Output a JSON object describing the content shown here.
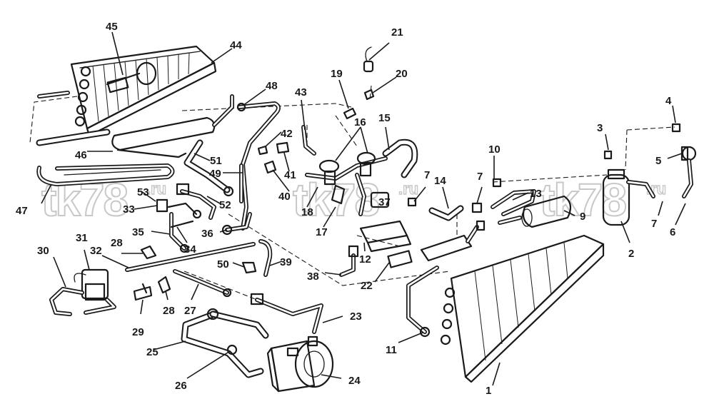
{
  "watermark": {
    "main": "tk78",
    "suffix": ".ru"
  },
  "callouts": [
    {
      "id": "1",
      "label": "1"
    },
    {
      "id": "2",
      "label": "2"
    },
    {
      "id": "3",
      "label": "3"
    },
    {
      "id": "4",
      "label": "4"
    },
    {
      "id": "5",
      "label": "5"
    },
    {
      "id": "6",
      "label": "6"
    },
    {
      "id": "7a",
      "label": "7"
    },
    {
      "id": "7b",
      "label": "7"
    },
    {
      "id": "7c",
      "label": "7"
    },
    {
      "id": "9",
      "label": "9"
    },
    {
      "id": "10",
      "label": "10"
    },
    {
      "id": "11",
      "label": "11"
    },
    {
      "id": "12",
      "label": "12"
    },
    {
      "id": "13",
      "label": "13"
    },
    {
      "id": "14",
      "label": "14"
    },
    {
      "id": "15",
      "label": "15"
    },
    {
      "id": "16",
      "label": "16"
    },
    {
      "id": "17",
      "label": "17"
    },
    {
      "id": "18",
      "label": "18"
    },
    {
      "id": "19",
      "label": "19"
    },
    {
      "id": "20",
      "label": "20"
    },
    {
      "id": "21",
      "label": "21"
    },
    {
      "id": "22",
      "label": "22"
    },
    {
      "id": "23",
      "label": "23"
    },
    {
      "id": "24",
      "label": "24"
    },
    {
      "id": "25",
      "label": "25"
    },
    {
      "id": "26",
      "label": "26"
    },
    {
      "id": "27",
      "label": "27"
    },
    {
      "id": "28a",
      "label": "28"
    },
    {
      "id": "28b",
      "label": "28"
    },
    {
      "id": "29",
      "label": "29"
    },
    {
      "id": "30",
      "label": "30"
    },
    {
      "id": "31",
      "label": "31"
    },
    {
      "id": "32",
      "label": "32"
    },
    {
      "id": "33",
      "label": "33"
    },
    {
      "id": "34",
      "label": "34"
    },
    {
      "id": "35",
      "label": "35"
    },
    {
      "id": "36",
      "label": "36"
    },
    {
      "id": "37",
      "label": "37"
    },
    {
      "id": "38",
      "label": "38"
    },
    {
      "id": "39",
      "label": "39"
    },
    {
      "id": "40",
      "label": "40"
    },
    {
      "id": "41",
      "label": "41"
    },
    {
      "id": "42",
      "label": "42"
    },
    {
      "id": "43",
      "label": "43"
    },
    {
      "id": "44",
      "label": "44"
    },
    {
      "id": "45",
      "label": "45"
    },
    {
      "id": "46",
      "label": "46"
    },
    {
      "id": "47",
      "label": "47"
    },
    {
      "id": "48",
      "label": "48"
    },
    {
      "id": "49",
      "label": "49"
    },
    {
      "id": "50",
      "label": "50"
    },
    {
      "id": "51",
      "label": "51"
    },
    {
      "id": "52",
      "label": "52"
    },
    {
      "id": "53",
      "label": "53"
    }
  ]
}
